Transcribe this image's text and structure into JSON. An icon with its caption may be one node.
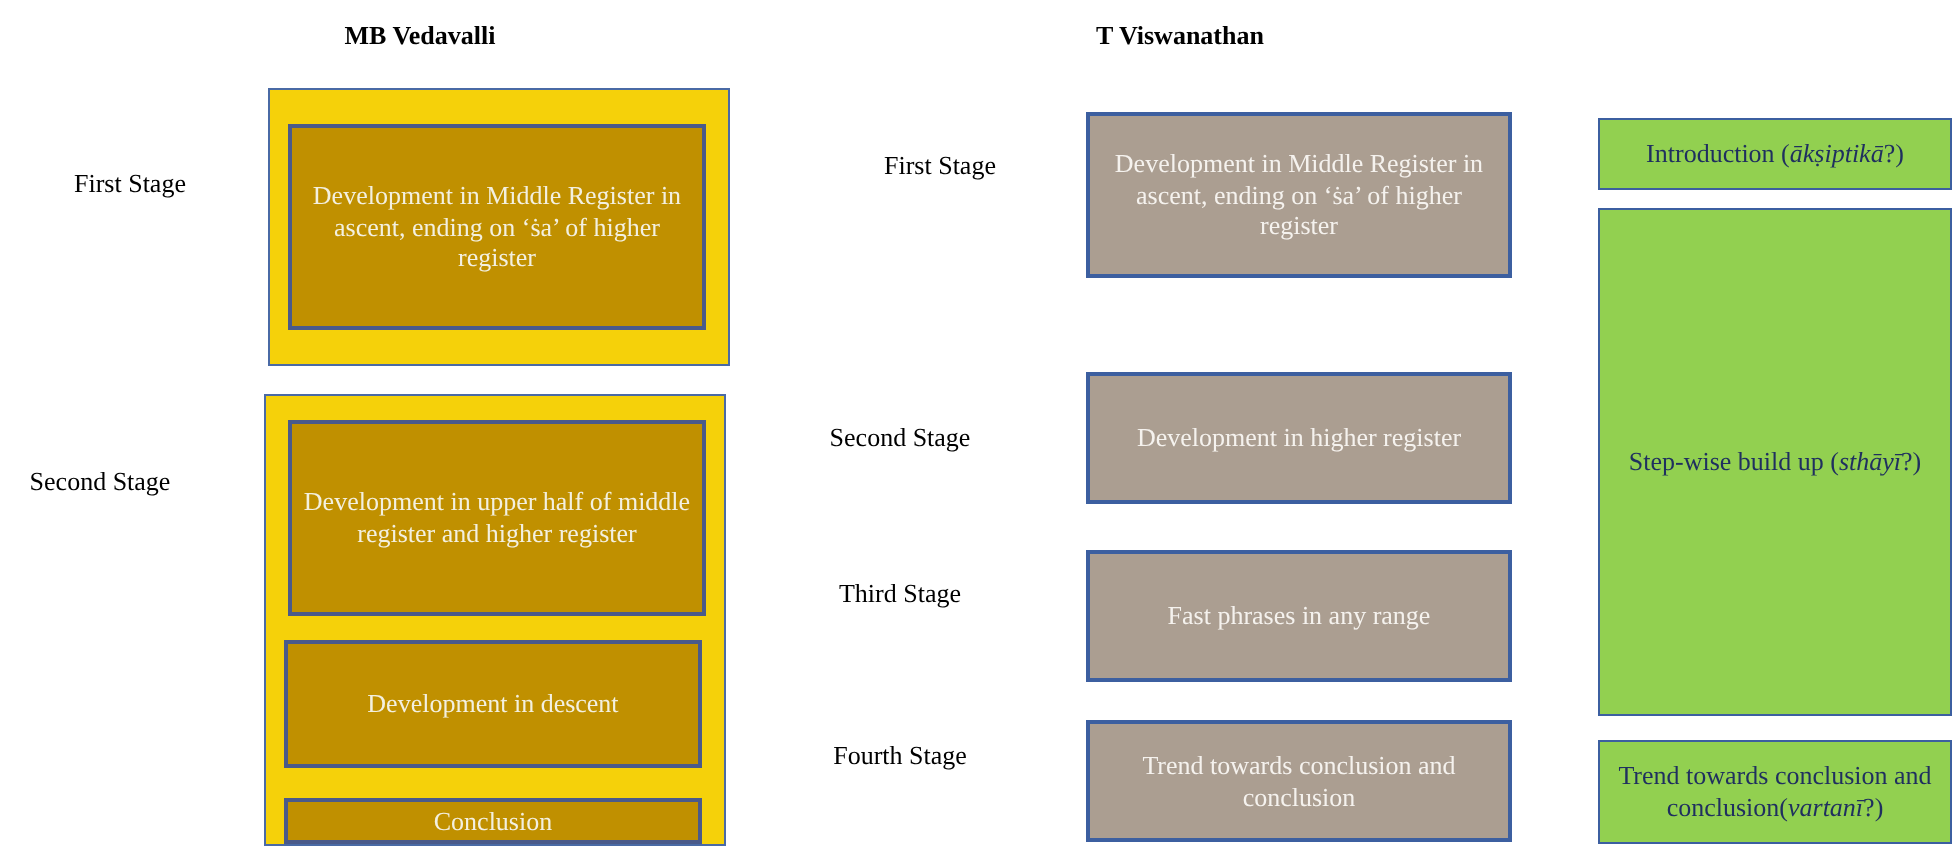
{
  "diagram": {
    "nodes": [
      {
        "text": [],
        "shape": "box"
      },
      {
        "text": [
          "Development in Middle Register in ascent, ending on ‘ṡa’ of higher register"
        ],
        "in": 0
      },
      {
        "text": [],
        "shape": "box"
      },
      {
        "text": [
          "Development in upper half of middle register and higher register"
        ],
        "in": 2
      },
      {
        "text": [
          "Development in descent"
        ],
        "in": 2
      },
      {
        "text": [
          "Conclusion"
        ],
        "in": 2
      },
      {
        "text": [
          "Development in Middle Register in ascent, ending on ‘ṡa’ of higher register"
        ]
      },
      {
        "text": [
          "Development in higher register"
        ]
      },
      {
        "text": [
          "Fast phrases in any range"
        ]
      },
      {
        "text": [
          "Trend towards conclusion and conclusion"
        ]
      },
      {
        "text": [
          "Introduction (*ākṣiptikā*?)"
        ]
      },
      {
        "text": [
          "Step-wise build up (*sthāyī*?)"
        ]
      },
      {
        "text": [
          "Trend towards conclusion and conclusion(*vartanī*?)"
        ]
      }
    ],
    "labels": [
      "MB Vedavalli",
      "T Viswanathan",
      "First Stage",
      "Second Stage",
      "First Stage",
      "Second Stage",
      "Third Stage",
      "Fourth Stage"
    ]
  }
}
